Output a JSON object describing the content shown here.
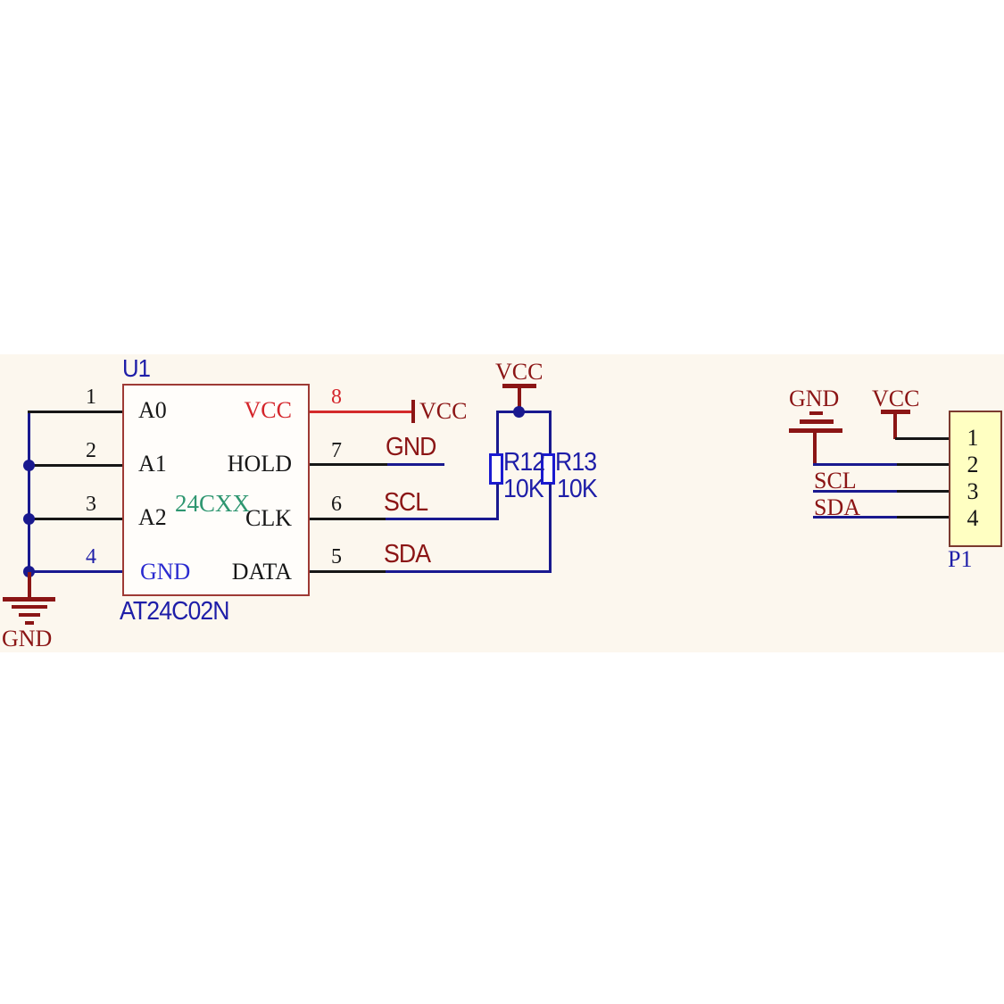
{
  "colors": {
    "band_background": "#fcf7ee",
    "wire_blue": "#19198f",
    "wire_black": "#161616",
    "wire_red": "#d42a2a",
    "symbol_maroon": "#8b1515",
    "label_navy": "#1e1ea8",
    "pin_name_blue": "#2b2bd0",
    "pin_name_red": "#d4252b",
    "core_green": "#2e9670",
    "chip_border": "#9e3a35",
    "resistor_blue": "#1a1ad0",
    "connector_fill": "#ffffc2",
    "connector_border": "#7b3a2e"
  },
  "u1": {
    "ref": "U1",
    "part": "AT24C02N",
    "core_label": "24CXX",
    "pins_left": [
      {
        "num": "1",
        "name": "A0"
      },
      {
        "num": "2",
        "name": "A1"
      },
      {
        "num": "3",
        "name": "A2"
      },
      {
        "num": "4",
        "name": "GND"
      }
    ],
    "pins_right": [
      {
        "num": "8",
        "name": "VCC"
      },
      {
        "num": "7",
        "name": "HOLD"
      },
      {
        "num": "6",
        "name": "CLK"
      },
      {
        "num": "5",
        "name": "DATA"
      }
    ]
  },
  "nets": {
    "pin8_power": "VCC",
    "pin7_label": "GND",
    "pin6_label": "SCL",
    "pin5_label": "SDA",
    "left_ground": "GND",
    "pullup_power": "VCC"
  },
  "resistors": [
    {
      "ref": "R12",
      "value": "10K"
    },
    {
      "ref": "R13",
      "value": "10K"
    }
  ],
  "p1": {
    "ref": "P1",
    "pins": [
      "1",
      "2",
      "3",
      "4"
    ],
    "gnd_label": "GND",
    "vcc_label": "VCC",
    "scl_label": "SCL",
    "sda_label": "SDA"
  }
}
